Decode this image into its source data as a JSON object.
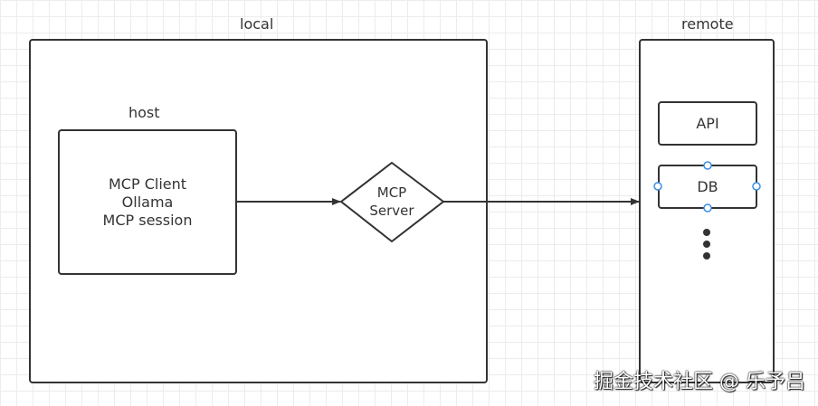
{
  "local": {
    "title": "local"
  },
  "remote": {
    "title": "remote"
  },
  "host": {
    "title": "host",
    "lines": [
      "MCP Client",
      "Ollama",
      "MCP session"
    ]
  },
  "mcp_server": {
    "lines": [
      "MCP",
      "Server"
    ]
  },
  "api": {
    "label": "API"
  },
  "db": {
    "label": "DB"
  },
  "ellipsis_icon": "vertical-ellipsis",
  "colors": {
    "stroke": "#333333",
    "handle": "#3a8ee6",
    "grid": "#ececec"
  },
  "watermark": {
    "text": "掘金技术社区 @ 乐予吕"
  }
}
